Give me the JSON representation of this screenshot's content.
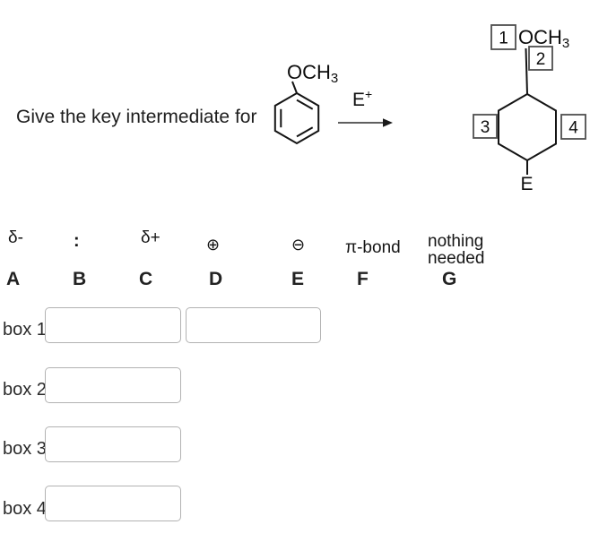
{
  "prompt": "Give the key intermediate for",
  "reaction": {
    "reactant": {
      "formula_main": "OCH",
      "formula_sub": "3"
    },
    "reagent": {
      "symbol": "E",
      "charge": "+"
    },
    "product": {
      "formula_main": "OCH",
      "formula_sub": "3",
      "electrophile_label": "E",
      "position_boxes": [
        "1",
        "2",
        "3",
        "4"
      ]
    }
  },
  "options": [
    {
      "symbol": "δ-",
      "letter": "A"
    },
    {
      "symbol": ":",
      "letter": "B"
    },
    {
      "symbol": "δ+",
      "letter": "C"
    },
    {
      "symbol": "⊕",
      "letter": "D"
    },
    {
      "symbol": "⊖",
      "letter": "E"
    },
    {
      "symbol": "π-bond",
      "letter": "F"
    },
    {
      "symbol": "nothing needed",
      "letter": "G"
    }
  ],
  "answer_rows": [
    {
      "label": "box 1",
      "inputs": [
        "",
        ""
      ]
    },
    {
      "label": "box 2",
      "inputs": [
        ""
      ]
    },
    {
      "label": "box 3",
      "inputs": [
        ""
      ]
    },
    {
      "label": "box 4",
      "inputs": [
        ""
      ]
    }
  ]
}
